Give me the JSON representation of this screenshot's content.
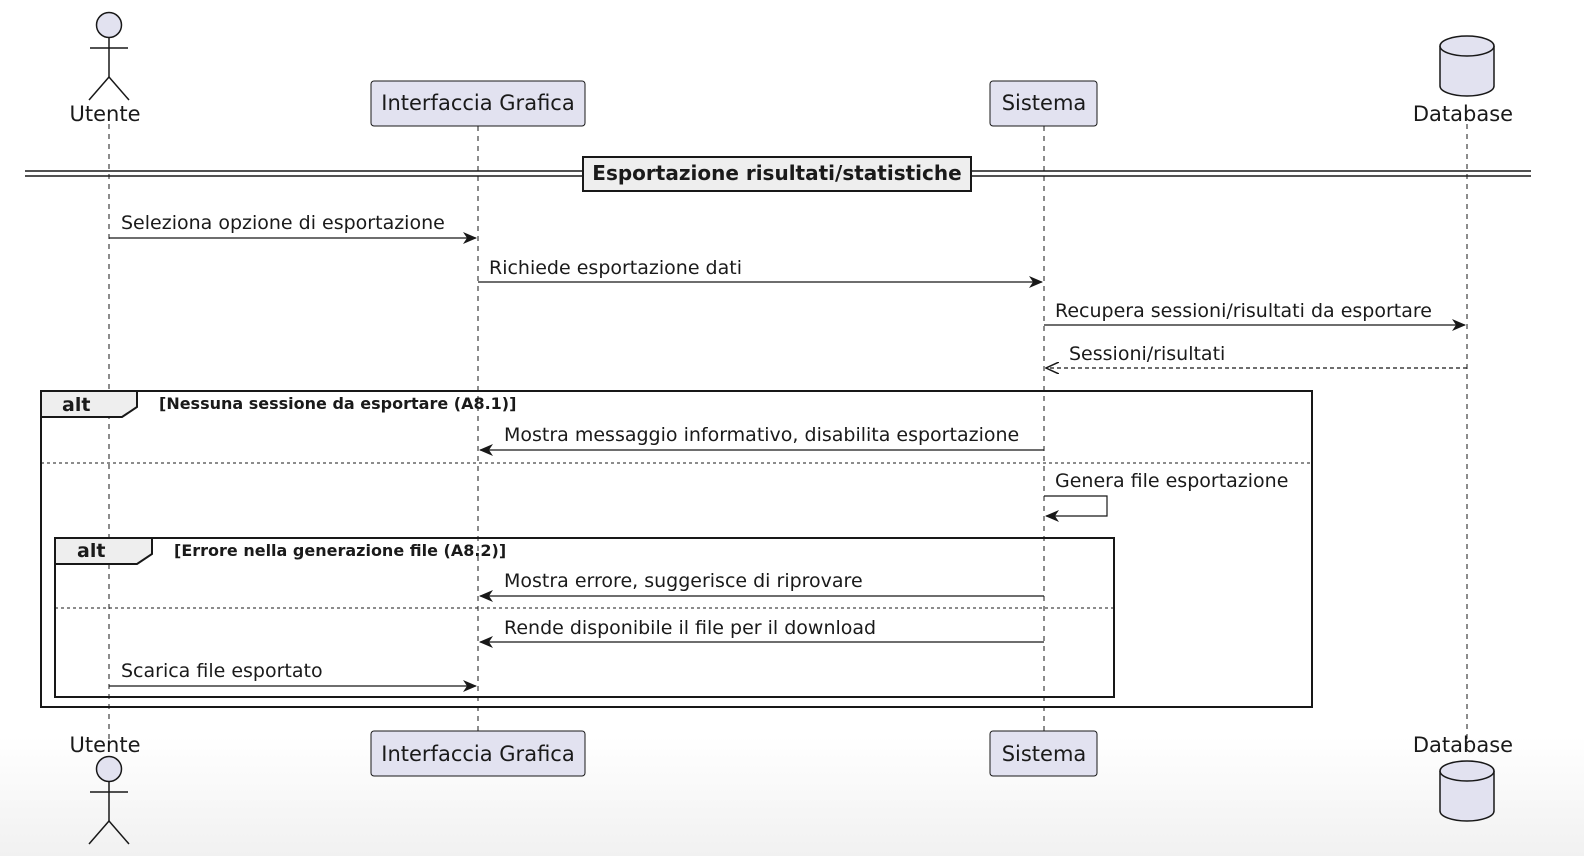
{
  "participants": {
    "user": "Utente",
    "gui": "Interfaccia Grafica",
    "system": "Sistema",
    "database": "Database"
  },
  "divider": "Esportazione risultati/statistiche",
  "messages": {
    "m1": "Seleziona opzione di esportazione",
    "m2": "Richiede esportazione dati",
    "m3": "Recupera sessioni/risultati da esportare",
    "m4": "Sessioni/risultati",
    "m5": "Mostra messaggio informativo, disabilita esportazione",
    "m6": "Genera file esportazione",
    "m7": "Mostra errore, suggerisce di riprovare",
    "m8": "Rende disponibile il file per il download",
    "m9": "Scarica file esportato"
  },
  "fragments": {
    "outer": {
      "keyword": "alt",
      "guard": "[Nessuna sessione da esportare (A8.1)]"
    },
    "inner": {
      "keyword": "alt",
      "guard": "[Errore nella generazione file (A8.2)]"
    }
  },
  "colors": {
    "participant_fill": "#e2e2f0",
    "participant_border": "#181818",
    "line": "#181818",
    "divider_fill": "#eeeeee"
  }
}
